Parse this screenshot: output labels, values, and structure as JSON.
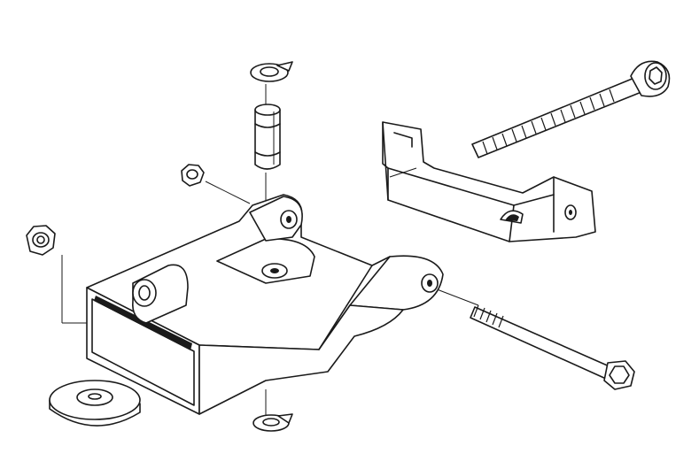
{
  "diagram": {
    "kind": "exploded-assembly-drawing",
    "line_color": "#1a1a1a",
    "background": "#ffffff",
    "parts": [
      "swing-arm",
      "mounting-bracket",
      "long-bolt-upper",
      "long-bolt-lower",
      "pin-sleeve",
      "top-circlip",
      "bottom-circlip",
      "hex-nut-left",
      "hex-nut-middle",
      "round-washer-pad"
    ]
  }
}
